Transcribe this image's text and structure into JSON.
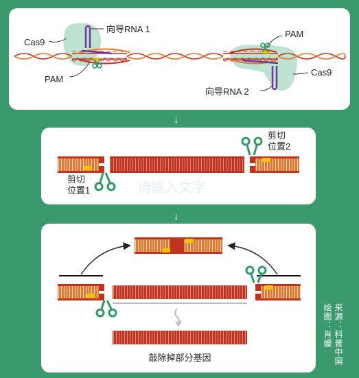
{
  "top": {
    "cas9_left": "Cas9",
    "guide_rna_1": "向导RNA 1",
    "pam_left": "PAM",
    "pam_right": "PAM",
    "guide_rna_2": "向导RNA 2",
    "cas9_right": "Cas9"
  },
  "arrow_glyph": "↓",
  "mid": {
    "cut_site_1": [
      "剪切",
      "位置1"
    ],
    "cut_site_2": [
      "剪切",
      "位置2"
    ],
    "placeholder": "请输入文字"
  },
  "bottom": {
    "caption": "敲除掉部分基因"
  },
  "credits": {
    "source": "来源：科普中国",
    "artist": "绘图：肖媛"
  },
  "colors": {
    "background": "#3a9a6e",
    "dna_red": "#c0331f",
    "dna_orange": "#e8762c",
    "pam_yellow": "#f2c200",
    "cas9_green": "#bde3d0",
    "rna_purple": "#6a3aa0",
    "scissors_green": "#2f9a64"
  }
}
